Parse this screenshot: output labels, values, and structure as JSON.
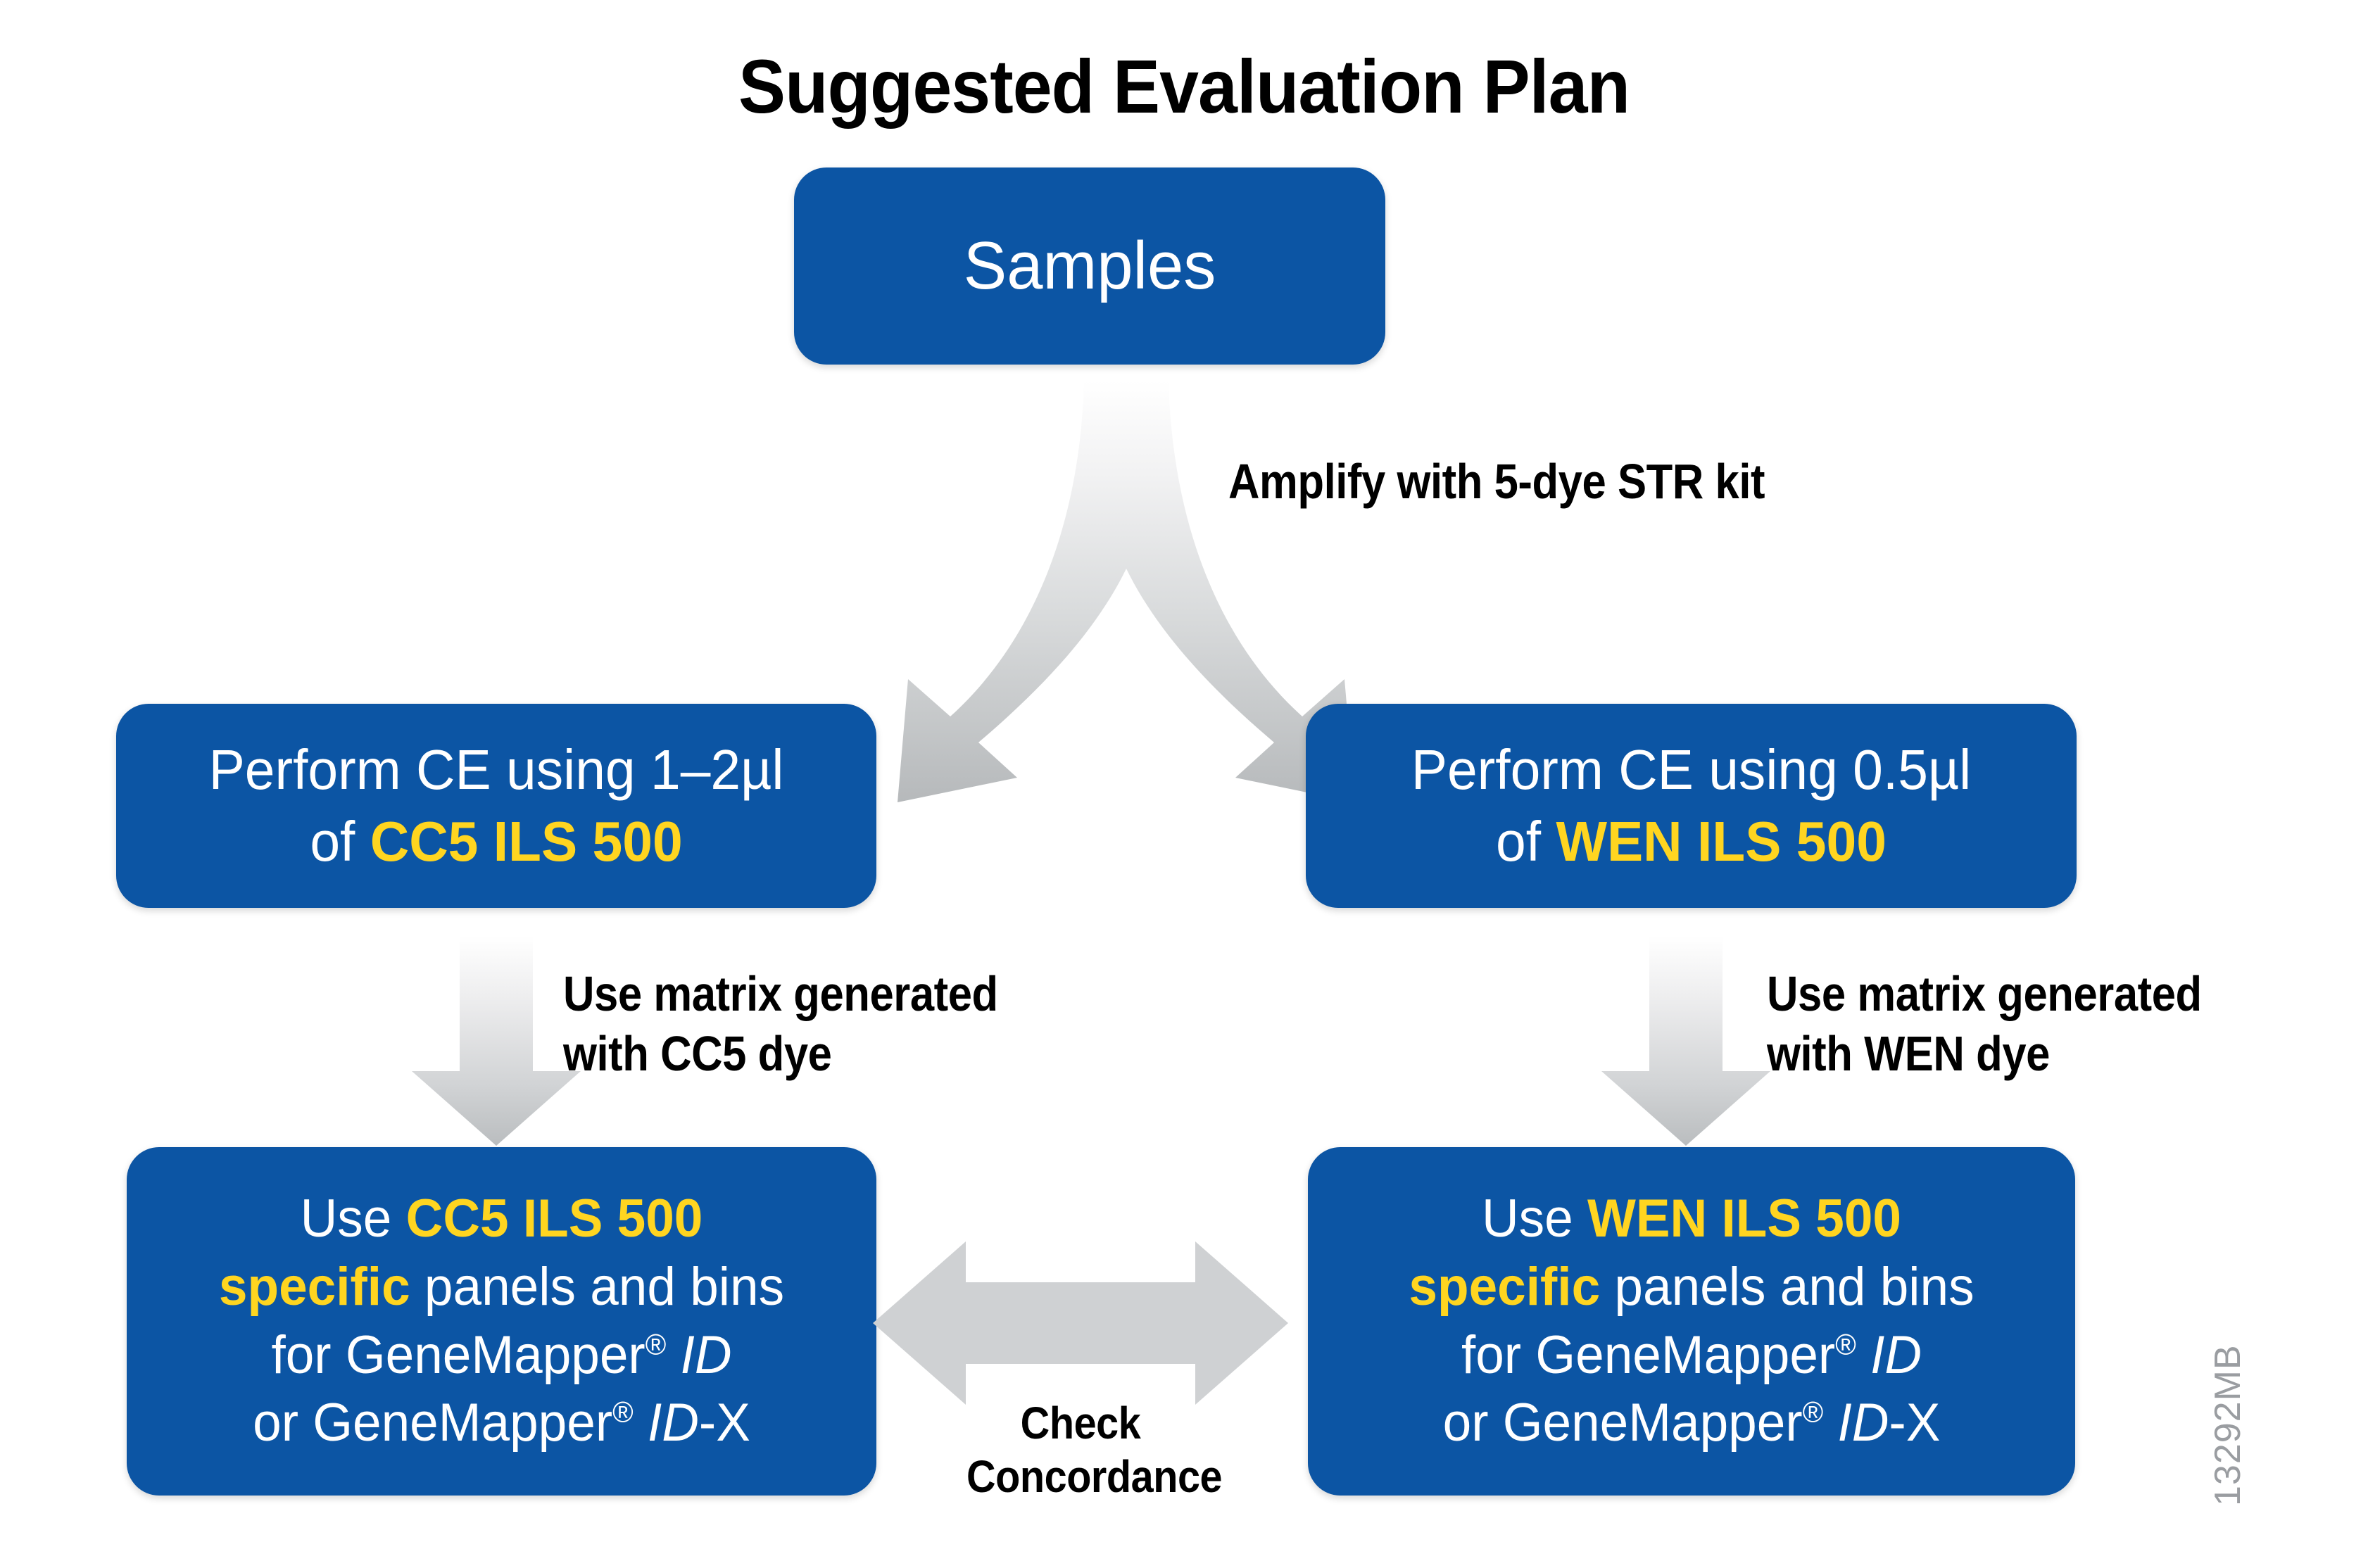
{
  "title": "Suggested Evaluation Plan",
  "colors": {
    "box_blue": "#0C55A4",
    "highlight_yellow": "#FFD520",
    "arrow_gray": "#CFD1D3",
    "text_white": "#FFFFFF",
    "text_black": "#000000",
    "side_code_gray": "#9A9DA1"
  },
  "nodes": {
    "samples": {
      "label": "Samples"
    },
    "ce_left": {
      "line1": "Perform CE using 1–2µl",
      "line2_prefix": "of ",
      "line2_highlight": "CC5 ILS 500"
    },
    "ce_right": {
      "line1": "Perform CE using 0.5µl",
      "line2_prefix": "of ",
      "line2_highlight": "WEN ILS 500"
    },
    "panel_left": {
      "line1_prefix": "Use ",
      "line1_highlight": "CC5 ILS 500",
      "line2_highlight": "specific",
      "line2_suffix": " panels and bins",
      "line3_prefix": "for GeneMapper",
      "line3_reg": "®",
      "line3_italic": "ID",
      "line4_prefix": "or GeneMapper",
      "line4_reg": "®",
      "line4_italic": "ID",
      "line4_suffix": "-X"
    },
    "panel_right": {
      "line1_prefix": "Use ",
      "line1_highlight": "WEN ILS 500",
      "line2_highlight": "specific",
      "line2_suffix": " panels and bins",
      "line3_prefix": "for GeneMapper",
      "line3_reg": "®",
      "line3_italic": "ID",
      "line4_prefix": "or GeneMapper",
      "line4_reg": "®",
      "line4_italic": "ID",
      "line4_suffix": "-X"
    }
  },
  "edges": {
    "amplify": "Amplify with 5-dye STR kit",
    "matrix_left": "Use matrix generated\nwith CC5 dye",
    "matrix_right": "Use matrix generated\nwith WEN dye",
    "concordance": "Check\nConcordance"
  },
  "footer": {
    "side_code": "13292MB"
  },
  "icons": {
    "split_arrow": "split-y-arrow-icon",
    "down_arrow": "down-arrow-icon",
    "double_arrow": "left-right-arrow-icon"
  }
}
